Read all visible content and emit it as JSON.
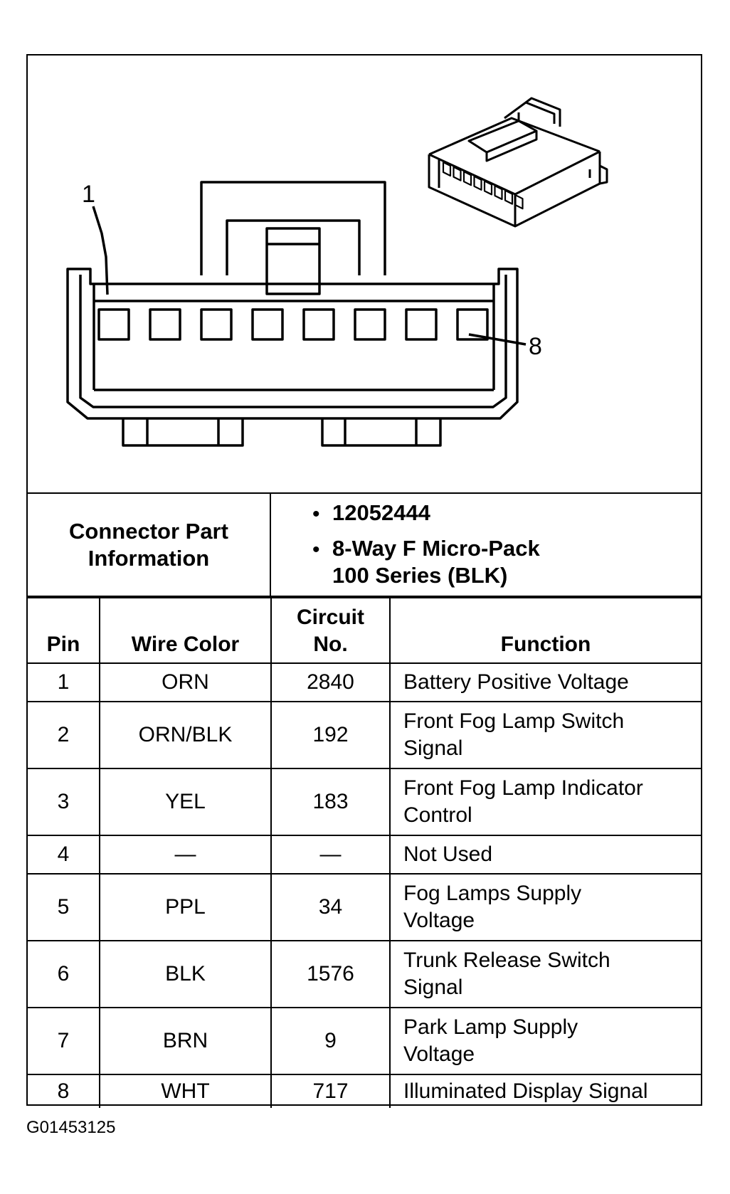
{
  "diagram": {
    "pin_label_first": "1",
    "pin_label_last": "8",
    "pin_count": 8
  },
  "connector_info": {
    "label_line1": "Connector Part",
    "label_line2": "Information",
    "part_number": "12052444",
    "description_line1": "8-Way F Micro-Pack",
    "description_line2": "100 Series (BLK)"
  },
  "table": {
    "headers": {
      "pin": "Pin",
      "wire_color": "Wire Color",
      "circuit_line1": "Circuit",
      "circuit_line2": "No.",
      "function": "Function"
    },
    "rows": [
      {
        "pin": "1",
        "wire_color": "ORN",
        "circuit": "2840",
        "function_line1": "Battery Positive Voltage",
        "function_line2": ""
      },
      {
        "pin": "2",
        "wire_color": "ORN/BLK",
        "circuit": "192",
        "function_line1": "Front Fog Lamp Switch",
        "function_line2": "Signal"
      },
      {
        "pin": "3",
        "wire_color": "YEL",
        "circuit": "183",
        "function_line1": "Front Fog Lamp Indicator",
        "function_line2": "Control"
      },
      {
        "pin": "4",
        "wire_color": "—",
        "circuit": "—",
        "function_line1": "Not Used",
        "function_line2": ""
      },
      {
        "pin": "5",
        "wire_color": "PPL",
        "circuit": "34",
        "function_line1": "Fog Lamps Supply",
        "function_line2": "Voltage"
      },
      {
        "pin": "6",
        "wire_color": "BLK",
        "circuit": "1576",
        "function_line1": "Trunk Release Switch",
        "function_line2": "Signal"
      },
      {
        "pin": "7",
        "wire_color": "BRN",
        "circuit": "9",
        "function_line1": "Park Lamp Supply",
        "function_line2": "Voltage"
      },
      {
        "pin": "8",
        "wire_color": "WHT",
        "circuit": "717",
        "function_line1": "Illuminated Display Signal",
        "function_line2": ""
      }
    ]
  },
  "figure_code": "G01453125"
}
